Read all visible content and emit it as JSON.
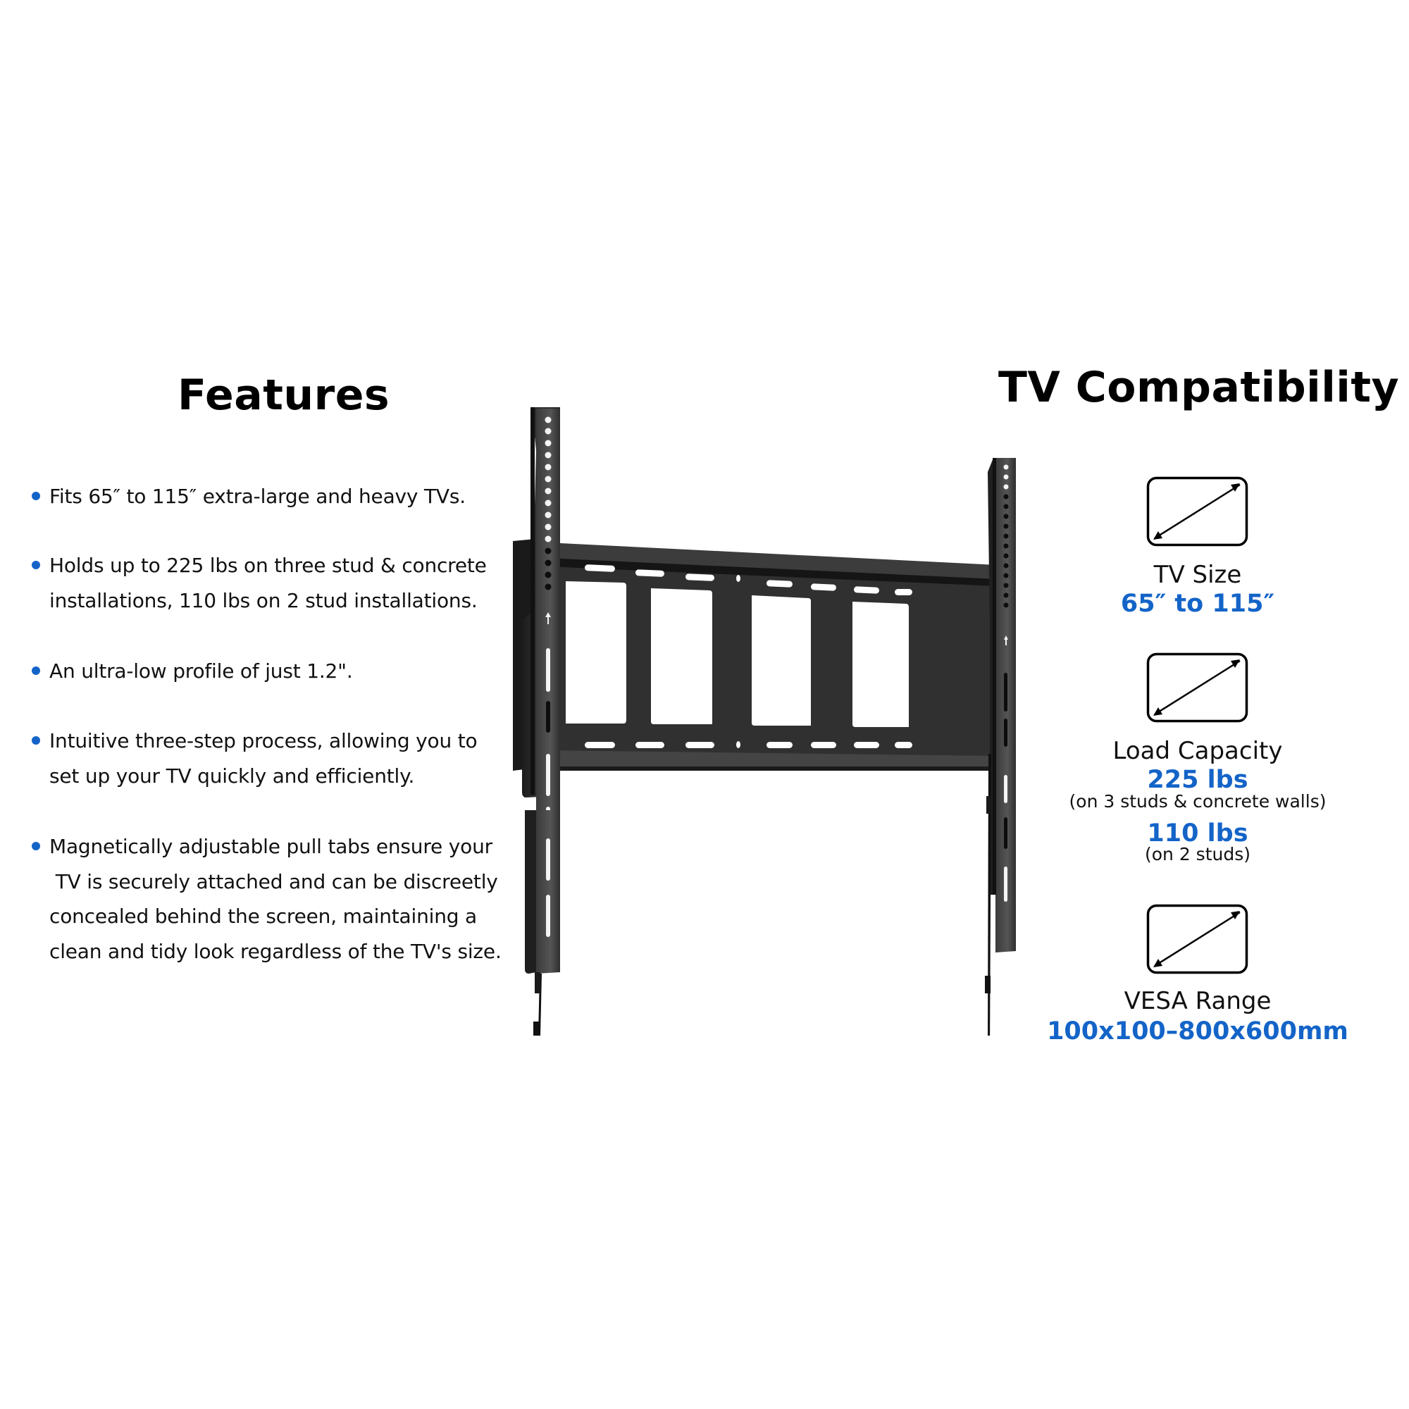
{
  "colors": {
    "accent_blue": "#1464c8",
    "text": "#111111",
    "bracket": "#2a2a2a"
  },
  "features": {
    "title": "Features",
    "items": [
      {
        "lines": [
          "Fits 65″ to 115″ extra-large and heavy TVs."
        ]
      },
      {
        "lines": [
          "Holds up to 225 lbs on three stud & concrete",
          "installations, 110 lbs on 2 stud installations."
        ]
      },
      {
        "lines": [
          "An ultra-low profile of just 1.2\"."
        ]
      },
      {
        "lines": [
          "Intuitive three-step process, allowing you to",
          "set up your TV quickly and efficiently."
        ]
      },
      {
        "lines": [
          "Magnetically adjustable pull tabs ensure your",
          " TV is securely attached and can be discreetly",
          "concealed behind the screen, maintaining a",
          "clean and tidy look regardless of the TV's size."
        ]
      }
    ]
  },
  "compatibility": {
    "title": "TV Compatibility",
    "specs": [
      {
        "icon": "diagonal-screen-icon",
        "label": "TV Size",
        "value": "65″ to 115″"
      },
      {
        "icon": "diagonal-screen-icon",
        "label": "Load Capacity",
        "value": "225 lbs",
        "note": "(on 3 studs & concrete walls)",
        "value2": "110 lbs",
        "note2": "(on 2 studs)"
      },
      {
        "icon": "diagonal-screen-icon",
        "label": "VESA Range",
        "value": "100x100–800x600mm"
      }
    ]
  },
  "product_image": {
    "icon": "tv-wall-mount-bracket-icon"
  }
}
